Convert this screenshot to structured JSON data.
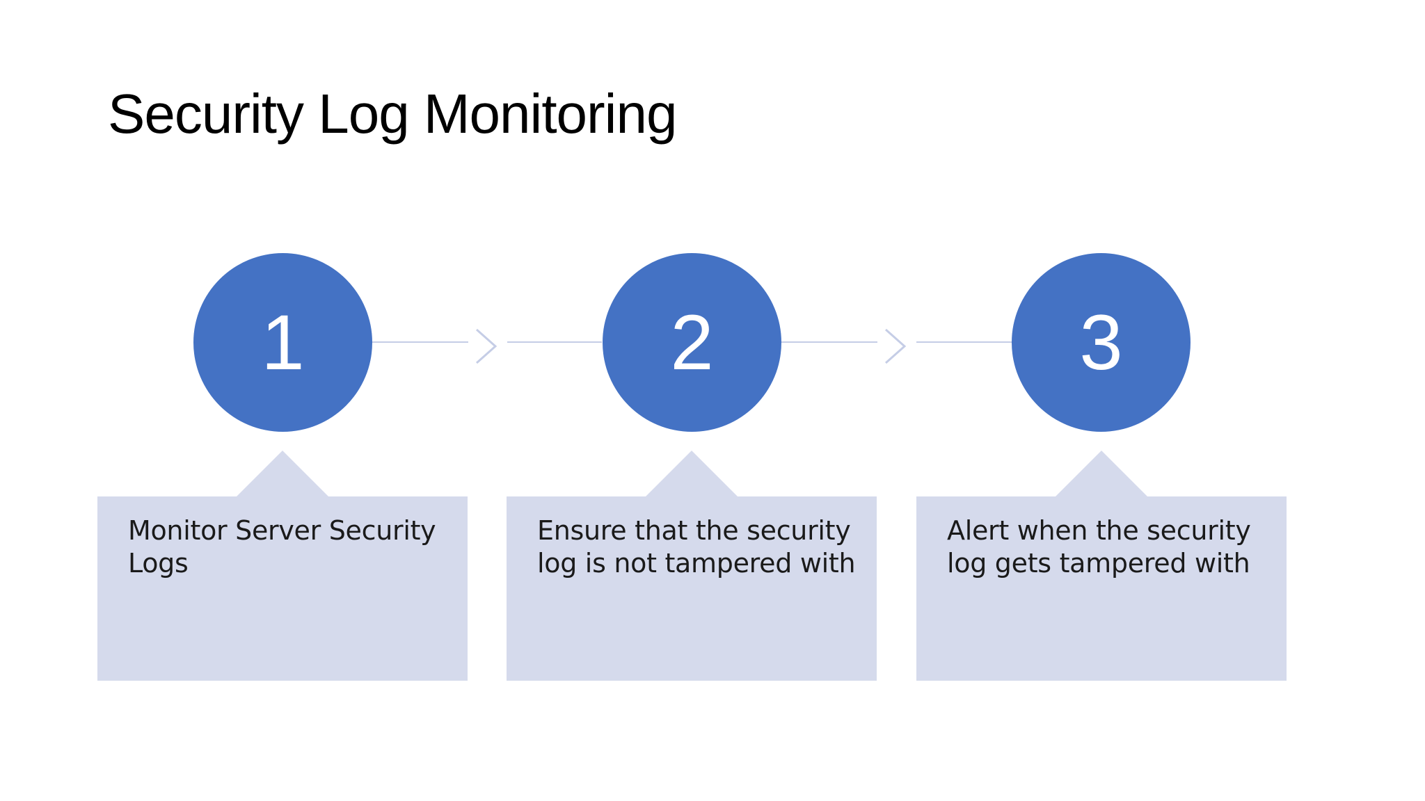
{
  "slide": {
    "title": "Security Log Monitoring"
  },
  "steps": [
    {
      "number": "1",
      "text": "Monitor Server Security Logs"
    },
    {
      "number": "2",
      "text": "Ensure that the security log is not tampered with"
    },
    {
      "number": "3",
      "text": "Alert when the security log gets tampered with"
    }
  ],
  "colors": {
    "circle_fill": "#4472c4",
    "callout_fill": "#d5daec",
    "connector": "#c5cde6"
  },
  "icons": [
    "chevron-right-icon",
    "chevron-right-icon"
  ]
}
